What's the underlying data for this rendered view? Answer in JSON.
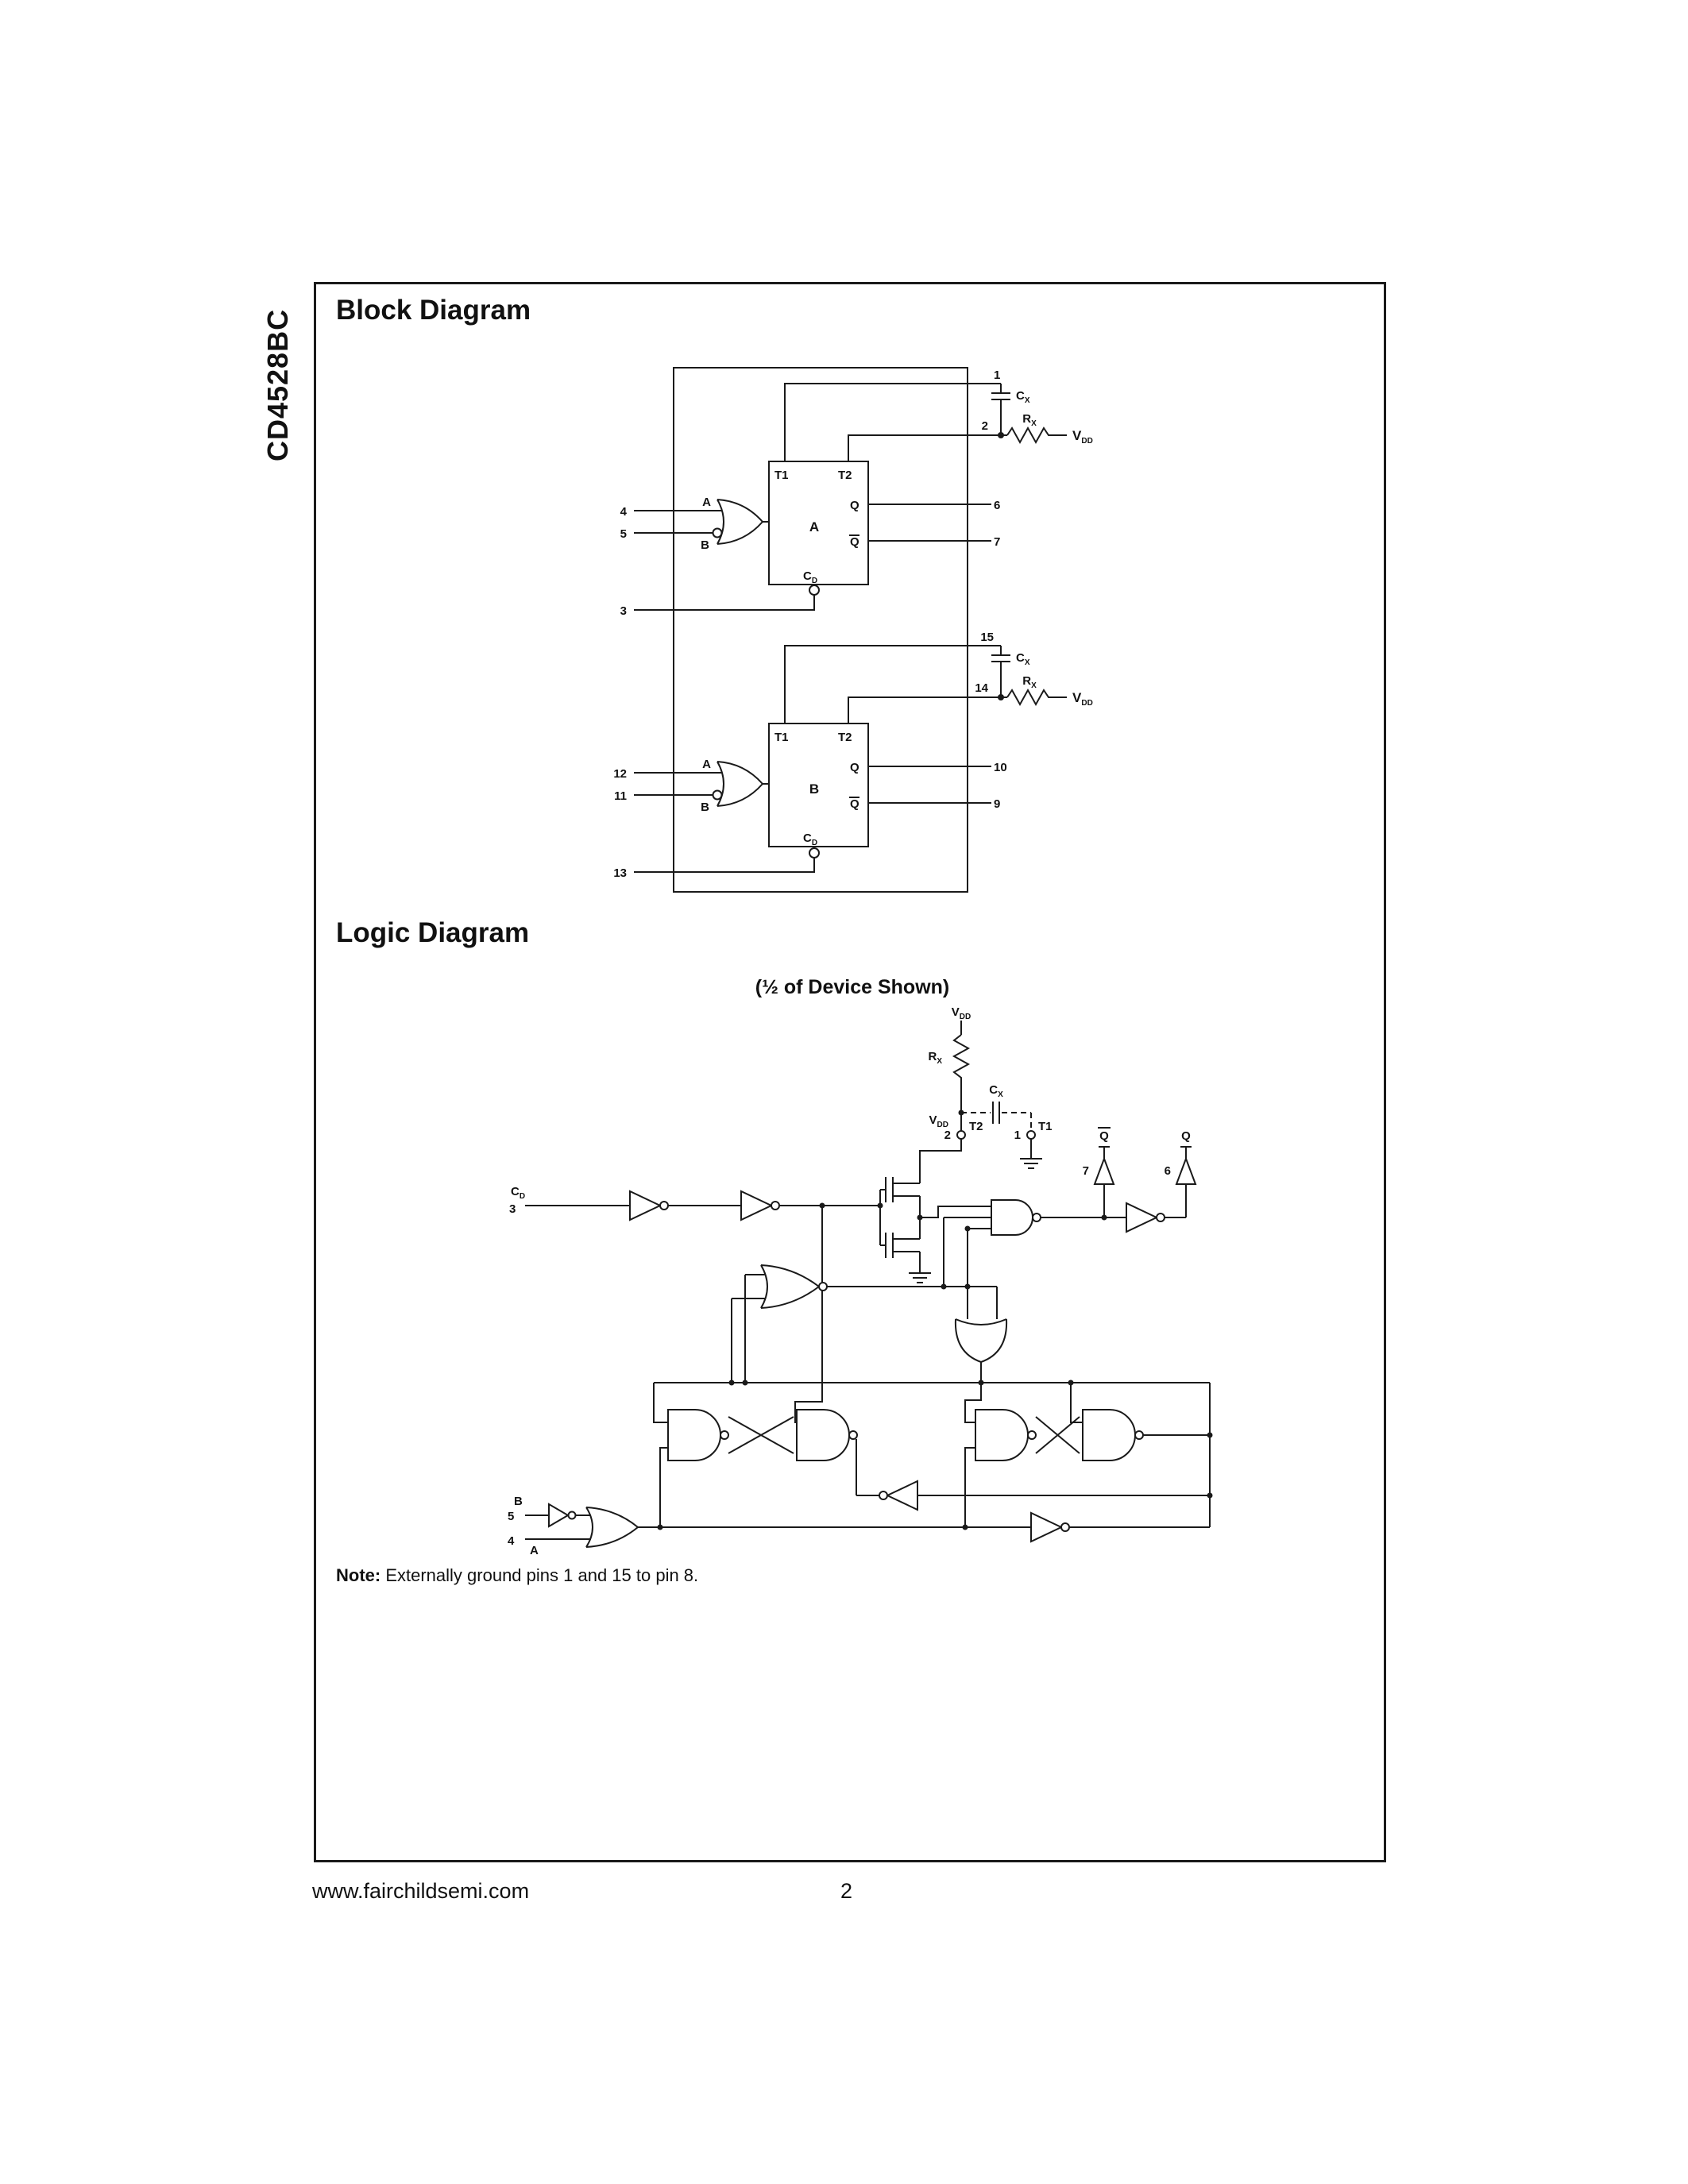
{
  "page": {
    "part_number": "CD4528BC",
    "footer": {
      "website": "www.fairchildsemi.com",
      "page_number": "2"
    }
  },
  "block_diagram": {
    "title": "Block Diagram",
    "mono_a": {
      "t1": "T1",
      "t2": "T2",
      "name": "A",
      "q": "Q",
      "qbar": "Q",
      "cd_base": "C",
      "cd_sub": "D",
      "input_a": "A",
      "input_b": "B",
      "pin_cx": "1",
      "pin_rx": "2",
      "pin_input_a": "4",
      "pin_input_b": "5",
      "pin_cd": "3",
      "pin_q": "6",
      "pin_qbar": "7",
      "cx_base": "C",
      "cx_sub": "X",
      "rx_base": "R",
      "rx_sub": "X",
      "vdd_base": "V",
      "vdd_sub": "DD"
    },
    "mono_b": {
      "t1": "T1",
      "t2": "T2",
      "name": "B",
      "q": "Q",
      "qbar": "Q",
      "cd_base": "C",
      "cd_sub": "D",
      "input_a": "A",
      "input_b": "B",
      "pin_cx": "15",
      "pin_rx": "14",
      "pin_input_a": "12",
      "pin_input_b": "11",
      "pin_cd": "13",
      "pin_q": "10",
      "pin_qbar": "9",
      "cx_base": "C",
      "cx_sub": "X",
      "rx_base": "R",
      "rx_sub": "X",
      "vdd_base": "V",
      "vdd_sub": "DD"
    }
  },
  "logic_diagram": {
    "title": "Logic Diagram",
    "subtitle": "(½ of Device Shown)",
    "labels": {
      "vdd_top_base": "V",
      "vdd_top_sub": "DD",
      "rx_base": "R",
      "rx_sub": "X",
      "cx_base": "C",
      "cx_sub": "X",
      "vdd2_base": "V",
      "vdd2_sub": "DD",
      "t2": "T2",
      "pin2": "2",
      "t1": "T1",
      "pin1": "1",
      "qbar": "Q",
      "pin7": "7",
      "q": "Q",
      "pin6": "6",
      "cd_base": "C",
      "cd_sub": "D",
      "pin3": "3",
      "input_b": "B",
      "pin5": "5",
      "input_a": "A",
      "pin4": "4"
    },
    "note_label": "Note:",
    "note_text": " Externally ground pins 1 and 15 to pin 8."
  }
}
